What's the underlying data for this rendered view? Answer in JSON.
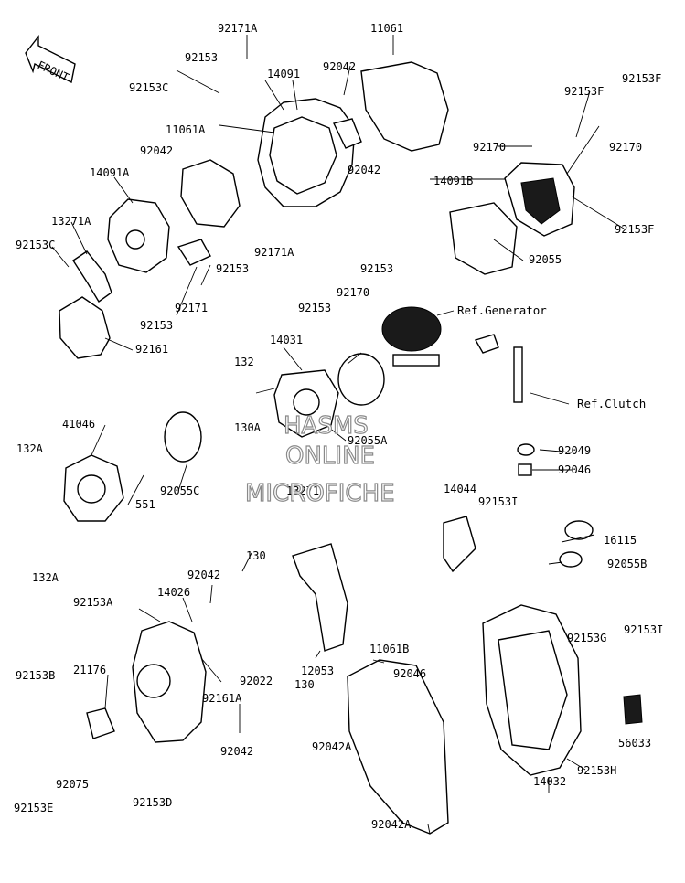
{
  "direction": "FRONT",
  "watermark": [
    "HASMS",
    "ONLINE",
    "MICROFICHE"
  ],
  "refs": {
    "generator": "Ref.Generator",
    "clutch": "Ref.Clutch"
  },
  "labels": {
    "p92171A_top": "92171A",
    "p11061": "11061",
    "p92153_top": "92153",
    "p14091": "14091",
    "p92042_a": "92042",
    "p92153C_a": "92153C",
    "p11061A": "11061A",
    "p92153F_a": "92153F",
    "p92153F_b": "92153F",
    "p92042_b": "92042",
    "p92170_a": "92170",
    "p92170_b": "92170",
    "p14091A": "14091A",
    "p92042_c": "92042",
    "p14091B": "14091B",
    "p13271A": "13271A",
    "p92153F_c": "92153F",
    "p92153C_b": "92153C",
    "p92171A_b": "92171A",
    "p92153_b": "92153",
    "p92153_c": "92153",
    "p92055": "92055",
    "p92153_d": "92153",
    "p92171": "92171",
    "p92170_c": "92170",
    "p92153_e": "92153",
    "p92161": "92161",
    "p14031": "14031",
    "p132": "132",
    "p130A": "130A",
    "p92055A": "92055A",
    "p41046": "41046",
    "p132A_a": "132A",
    "p92049": "92049",
    "p92046_a": "92046",
    "p551": "551",
    "p92055C": "92055C",
    "p13271": "13271",
    "p14044": "14044",
    "p92153I_a": "92153I",
    "p132A_b": "132A",
    "p16115": "16115",
    "p130_a": "130",
    "p92055B": "92055B",
    "p92042_d": "92042",
    "p14026": "14026",
    "p92153A": "92153A",
    "p92153G": "92153G",
    "p92153I_b": "92153I",
    "p11061B": "11061B",
    "p12053": "12053",
    "p92022": "92022",
    "p92153B": "92153B",
    "p21176": "21176",
    "p92046_b": "92046",
    "p130_b": "130",
    "p92161A": "92161A",
    "p92042A_a": "92042A",
    "p92042_e": "92042",
    "p56033": "56033",
    "p92153H": "92153H",
    "p92075": "92075",
    "p14032": "14032",
    "p92153E": "92153E",
    "p92153D": "92153D",
    "p92042A_b": "92042A"
  }
}
